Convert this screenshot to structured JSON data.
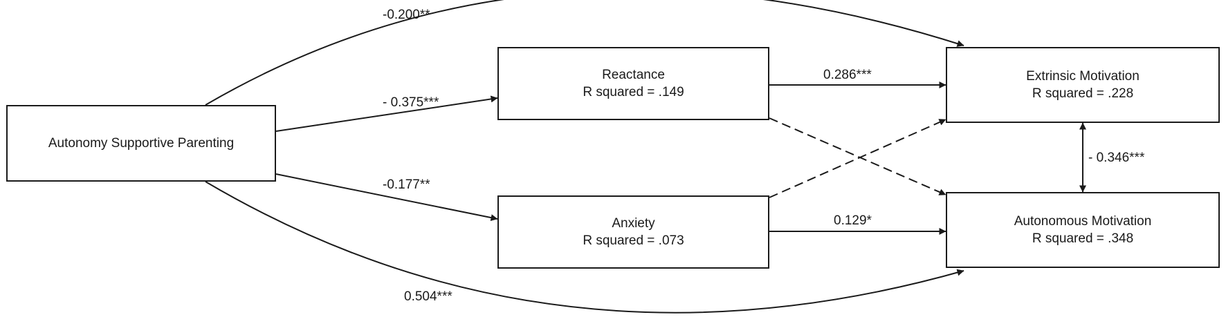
{
  "nodes": {
    "asp": {
      "title": "Autonomy Supportive Parenting",
      "r2": ""
    },
    "reactance": {
      "title": "Reactance",
      "r2": "R squared = .149"
    },
    "anxiety": {
      "title": "Anxiety",
      "r2": "R squared = .073"
    },
    "extrinsic": {
      "title": "Extrinsic Motivation",
      "r2": "R squared = .228"
    },
    "autonomous": {
      "title": "Autonomous Motivation",
      "r2": "R squared = .348"
    }
  },
  "paths": {
    "asp_extrinsic": "-0.200**",
    "asp_reactance": "- 0.375***",
    "asp_anxiety": "-0.177**",
    "asp_autonomous": "0.504***",
    "reactance_extrinsic": "0.286***",
    "anxiety_autonomous": "0.129*",
    "extrinsic_autonomous": "- 0.346***"
  },
  "colors": {
    "line": "#1a1a1a",
    "background": "#ffffff"
  }
}
